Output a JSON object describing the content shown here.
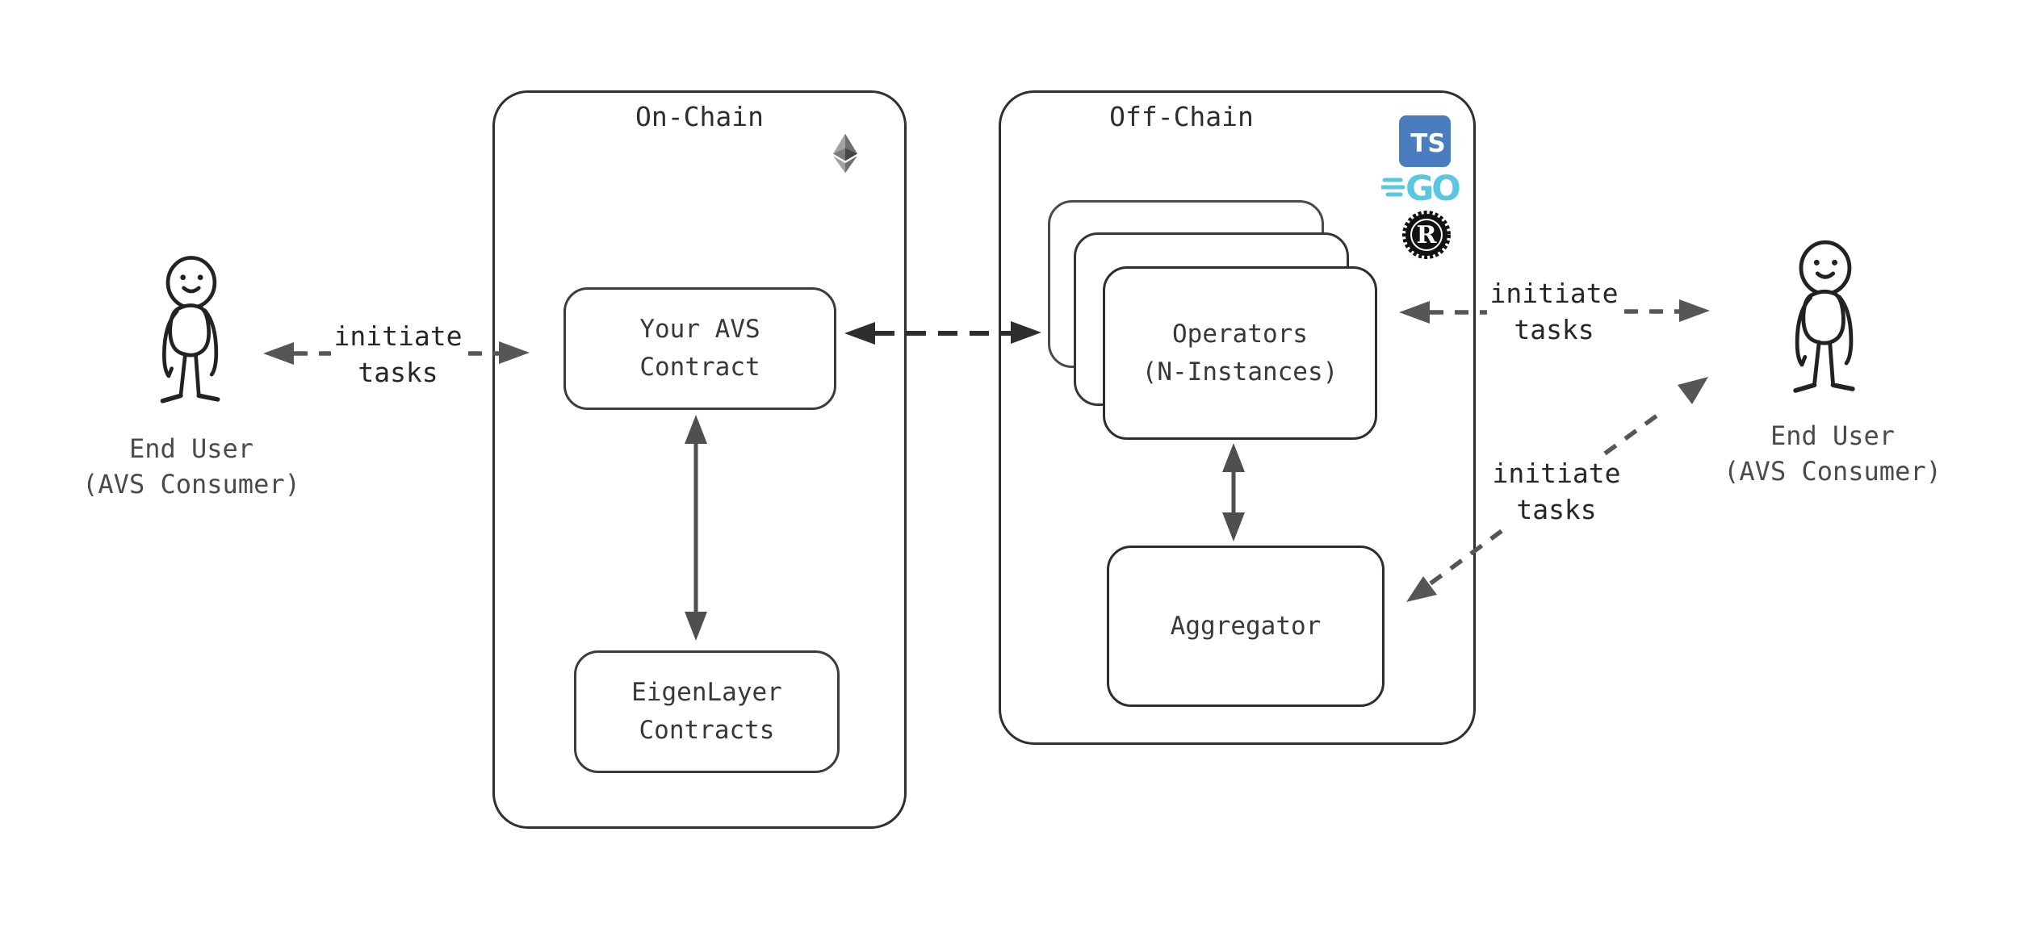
{
  "diagram": {
    "panels": {
      "on_chain": {
        "title": "On-Chain"
      },
      "off_chain": {
        "title": "Off-Chain"
      }
    },
    "nodes": {
      "avs_contract": {
        "line1": "Your AVS",
        "line2": "Contract"
      },
      "eigenlayer_contracts": {
        "line1": "EigenLayer",
        "line2": "Contracts"
      },
      "operators": {
        "line1": "Operators",
        "line2": "(N-Instances)"
      },
      "aggregator": {
        "label": "Aggregator"
      }
    },
    "actors": {
      "left_user": {
        "line1": "End User",
        "line2": "(AVS Consumer)"
      },
      "right_user": {
        "line1": "End User",
        "line2": "(AVS Consumer)"
      }
    },
    "edge_labels": {
      "user_to_contract": {
        "line1": "initiate",
        "line2": "tasks"
      },
      "operators_to_user": {
        "line1": "initiate",
        "line2": "tasks"
      },
      "user_to_aggregator": {
        "line1": "initiate",
        "line2": "tasks"
      }
    },
    "icons": {
      "typescript_label": "TS",
      "go_label": "GO",
      "rust_label": "R"
    },
    "colors": {
      "ts_blue": "#4a7dbf",
      "go_cyan": "#5bc6e0",
      "line_dark": "#2e2e2e",
      "arrow_gray": "#565656"
    }
  }
}
